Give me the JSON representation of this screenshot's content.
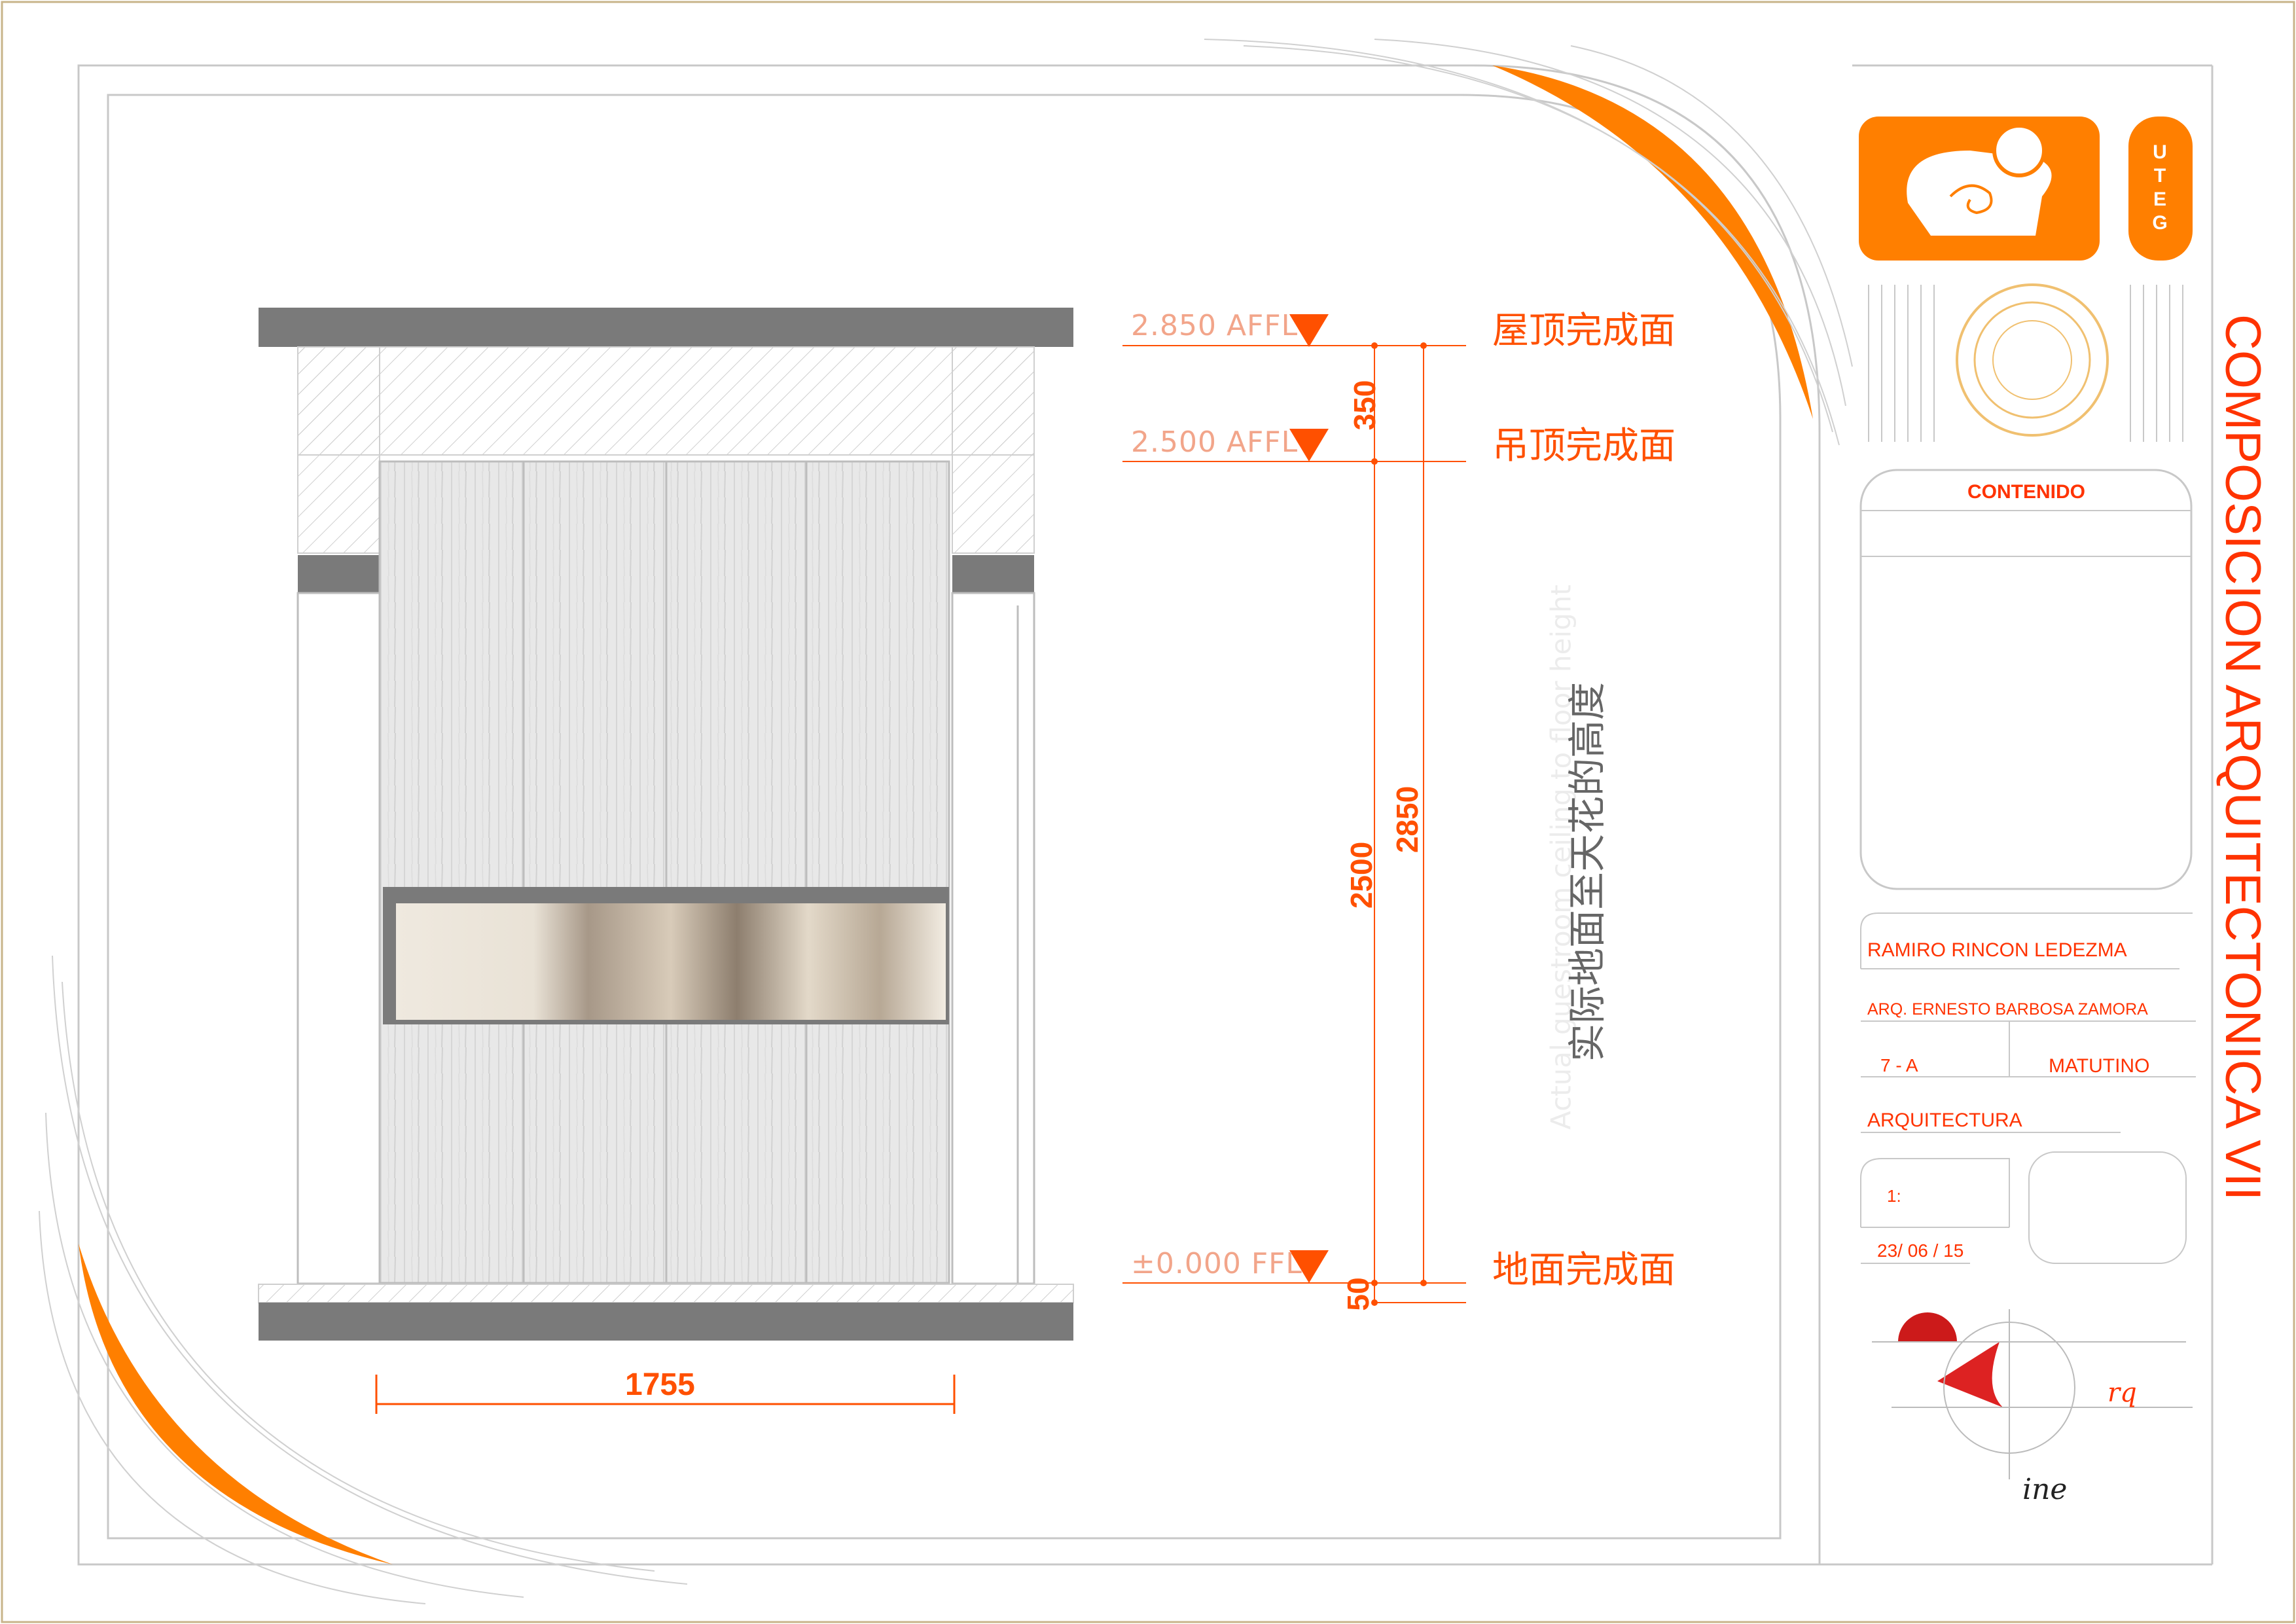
{
  "drawing": {
    "levels": [
      {
        "id": "roof",
        "label": "2.850 AFFL",
        "cn": "屋顶完成面"
      },
      {
        "id": "ceiling",
        "label": "2.500 AFFL",
        "cn": "吊顶完成面"
      },
      {
        "id": "floor",
        "label": "±0.000 FFL",
        "cn": "地面完成面"
      }
    ],
    "dims": {
      "d350": "350",
      "d2500": "2500",
      "d2850": "2850",
      "d50": "50",
      "width": "1755"
    },
    "note_en": "Actual guestroom ceiling to floor height",
    "note_cn": "实际地面至天花的高度"
  },
  "titleblock": {
    "logo_letters": "U T E G",
    "contenido": "CONTENIDO",
    "student": "RAMIRO RINCON LEDEZMA",
    "teacher": "ARQ. ERNESTO BARBOSA ZAMORA",
    "group": "7 - A",
    "shift": "MATUTINO",
    "career": "ARQUITECTURA",
    "scale": "1:",
    "date": "23/ 06 / 15",
    "mark1": "rq",
    "mark2": "ine",
    "vertical_title": "COMPOSICION ARQUITECTONICA VII"
  },
  "colors": {
    "accent": "#ff7f00",
    "red": "#ff3300",
    "dark_gray": "#7a7a7a",
    "panel": "#e6e6e6"
  }
}
